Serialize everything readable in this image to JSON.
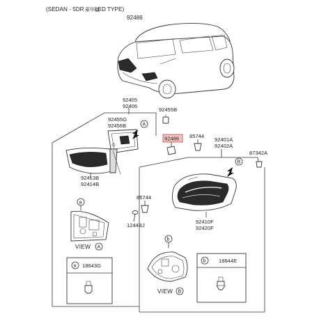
{
  "header": {
    "prefix": "(SEDAN - 5DR ",
    "overlap": "豪华版-",
    "suffix": "LED TYPE)",
    "code": "92486"
  },
  "labels": {
    "p92405_92406": [
      "92405",
      "92406"
    ],
    "p92455B": "92455B",
    "p92455G_92456B": [
      "92455G",
      "92456B"
    ],
    "p92486": "92486",
    "p85744_top": "85744",
    "p92401A_92402A": [
      "92401A",
      "92402A"
    ],
    "p87342A": "87342A",
    "p92413B_92414B": [
      "92413B",
      "92414B"
    ],
    "p85744_mid": "85744",
    "p1244BJ": "1244BJ",
    "p92410F_92420F": [
      "92410F",
      "92420F"
    ],
    "p18643G": "18643G",
    "p18644E": "18644E"
  },
  "callouts": {
    "a": "a",
    "b": "b",
    "A": "A",
    "B": "B"
  },
  "views": {
    "view_a": "VIEW",
    "view_b": "VIEW"
  },
  "colors": {
    "highlight_fill": "#f2c3c3",
    "highlight_stroke": "#c0392b",
    "line": "#333333"
  }
}
